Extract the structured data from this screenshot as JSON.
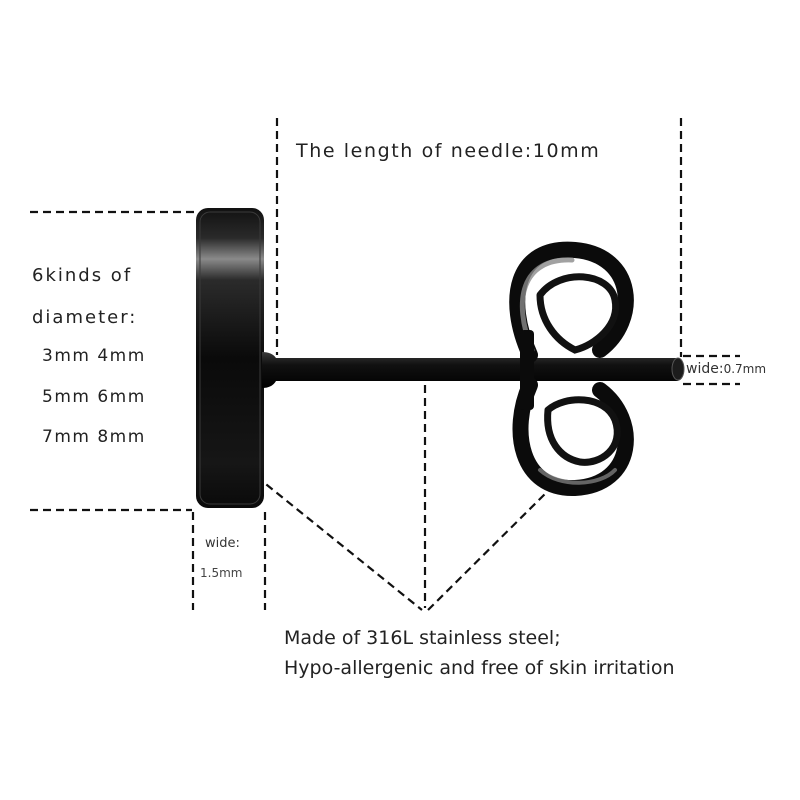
{
  "diagram": {
    "subject": "black stud earring with butterfly back",
    "needle_length": {
      "label": "The length of needle:10mm"
    },
    "diameter": {
      "line1": "6kinds of",
      "line2": "diameter:",
      "sizes": [
        "3mm  4mm",
        "5mm  6mm",
        "7mm  8mm"
      ]
    },
    "pin_width": {
      "label": "wide:",
      "value": "0.7mm"
    },
    "disc_width": {
      "label": "wide:",
      "value": "1.5mm"
    },
    "material": {
      "line1": "Made of 316L stainless steel;",
      "line2": "Hypo-allergenic and free of skin irritation"
    },
    "colors": {
      "background": "#ffffff",
      "metal": "#0d0d0d",
      "highlight": "#8a8a8a",
      "dash": "#111111"
    }
  }
}
